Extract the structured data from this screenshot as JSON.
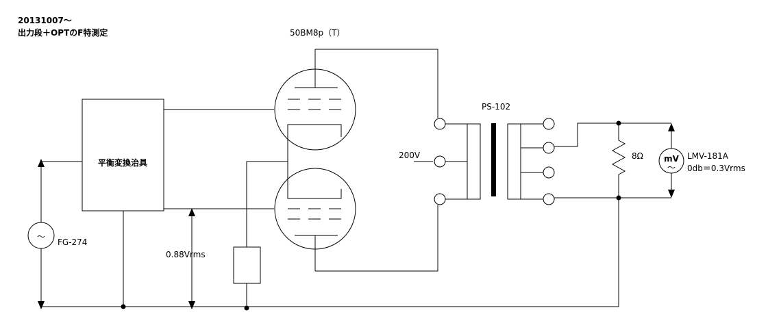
{
  "header": {
    "line1": "20131007〜",
    "line2": "出力段＋OPTのF特測定"
  },
  "tube": {
    "label": "50BM8p（T）"
  },
  "converter": {
    "label": "平衡変換治具"
  },
  "generator": {
    "symbol": "〜",
    "label": "FG-274"
  },
  "input_level": {
    "label": "0.88Vrms"
  },
  "supply": {
    "label": "200V"
  },
  "transformer": {
    "label": "PS-102"
  },
  "load": {
    "label": "8Ω"
  },
  "meter": {
    "symbol": "mV",
    "wave": "〜",
    "name": "LMV-181A",
    "reference": "0db＝0.3Vrms"
  }
}
